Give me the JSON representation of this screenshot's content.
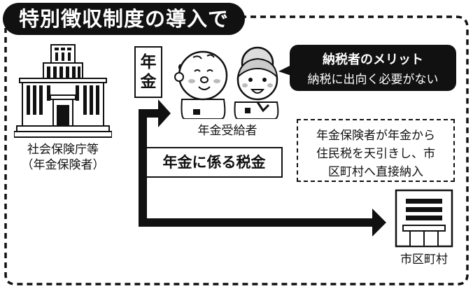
{
  "title": "特別徴収制度の導入で",
  "pension_office": {
    "label": "社会保険庁等",
    "sub_label": "（年金保険者）"
  },
  "pension_box": {
    "line1": "年",
    "line2": "金"
  },
  "recipient": {
    "label": "年金受給者"
  },
  "merit": {
    "title": "納税者のメリット",
    "text": "納税に出向く必要がない"
  },
  "note": {
    "lines": [
      "年金保険者が年金から",
      "住民税を天引きし、市",
      "区町村へ直接納入"
    ]
  },
  "tax_label": "年金に係る税金",
  "municipality": {
    "label": "市区町村"
  },
  "icons": [
    "building-icon",
    "person-icon",
    "municipal-building-icon",
    "arrow-icon"
  ]
}
